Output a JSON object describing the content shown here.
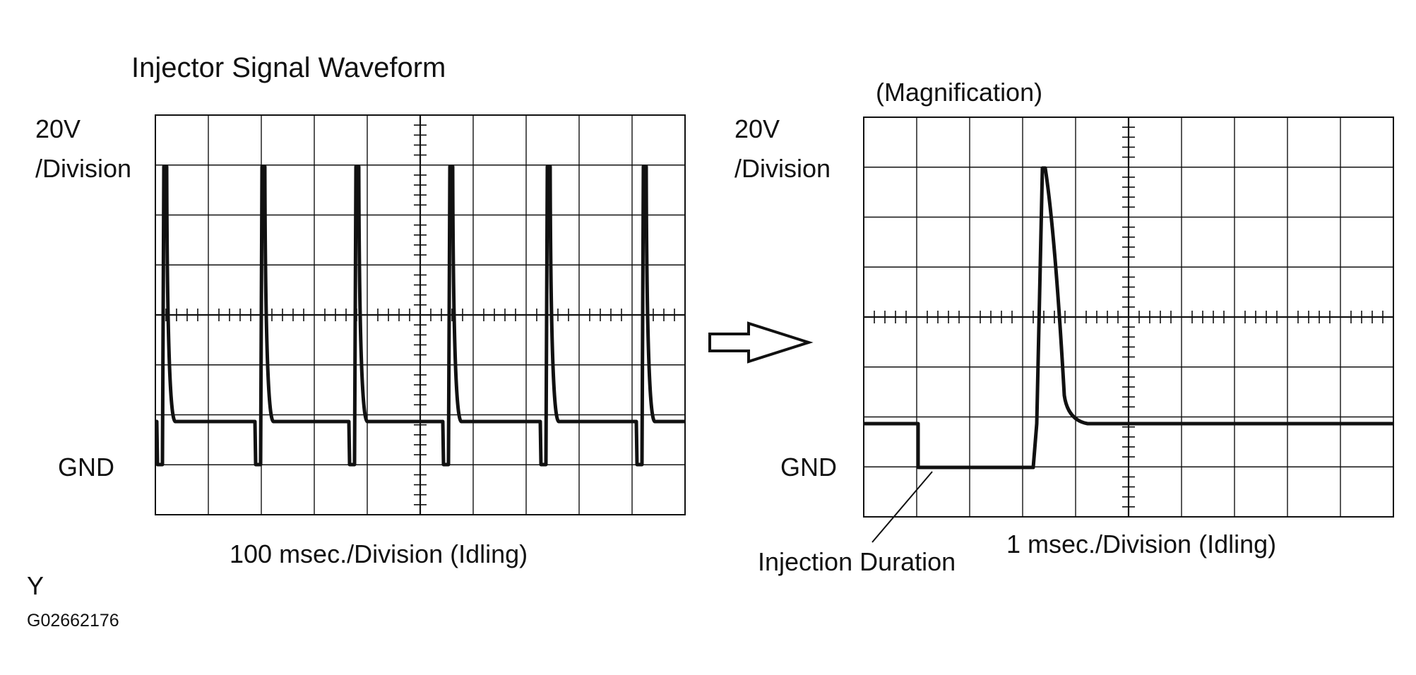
{
  "title": "Injector Signal Waveform",
  "magnification_label": "(Magnification)",
  "left_scope": {
    "volts_label_line1": "20V",
    "volts_label_line2": "/Division",
    "ground_label": "GND",
    "time_label": "100 msec./Division (Idling)"
  },
  "right_scope": {
    "volts_label_line1": "20V",
    "volts_label_line2": "/Division",
    "ground_label": "GND",
    "time_label": "1 msec./Division (Idling)"
  },
  "annotation": "Injection Duration",
  "footer": {
    "code_letter": "Y",
    "figure_id": "G02662176"
  },
  "colors": {
    "ink": "#111111",
    "background": "#ffffff"
  }
}
